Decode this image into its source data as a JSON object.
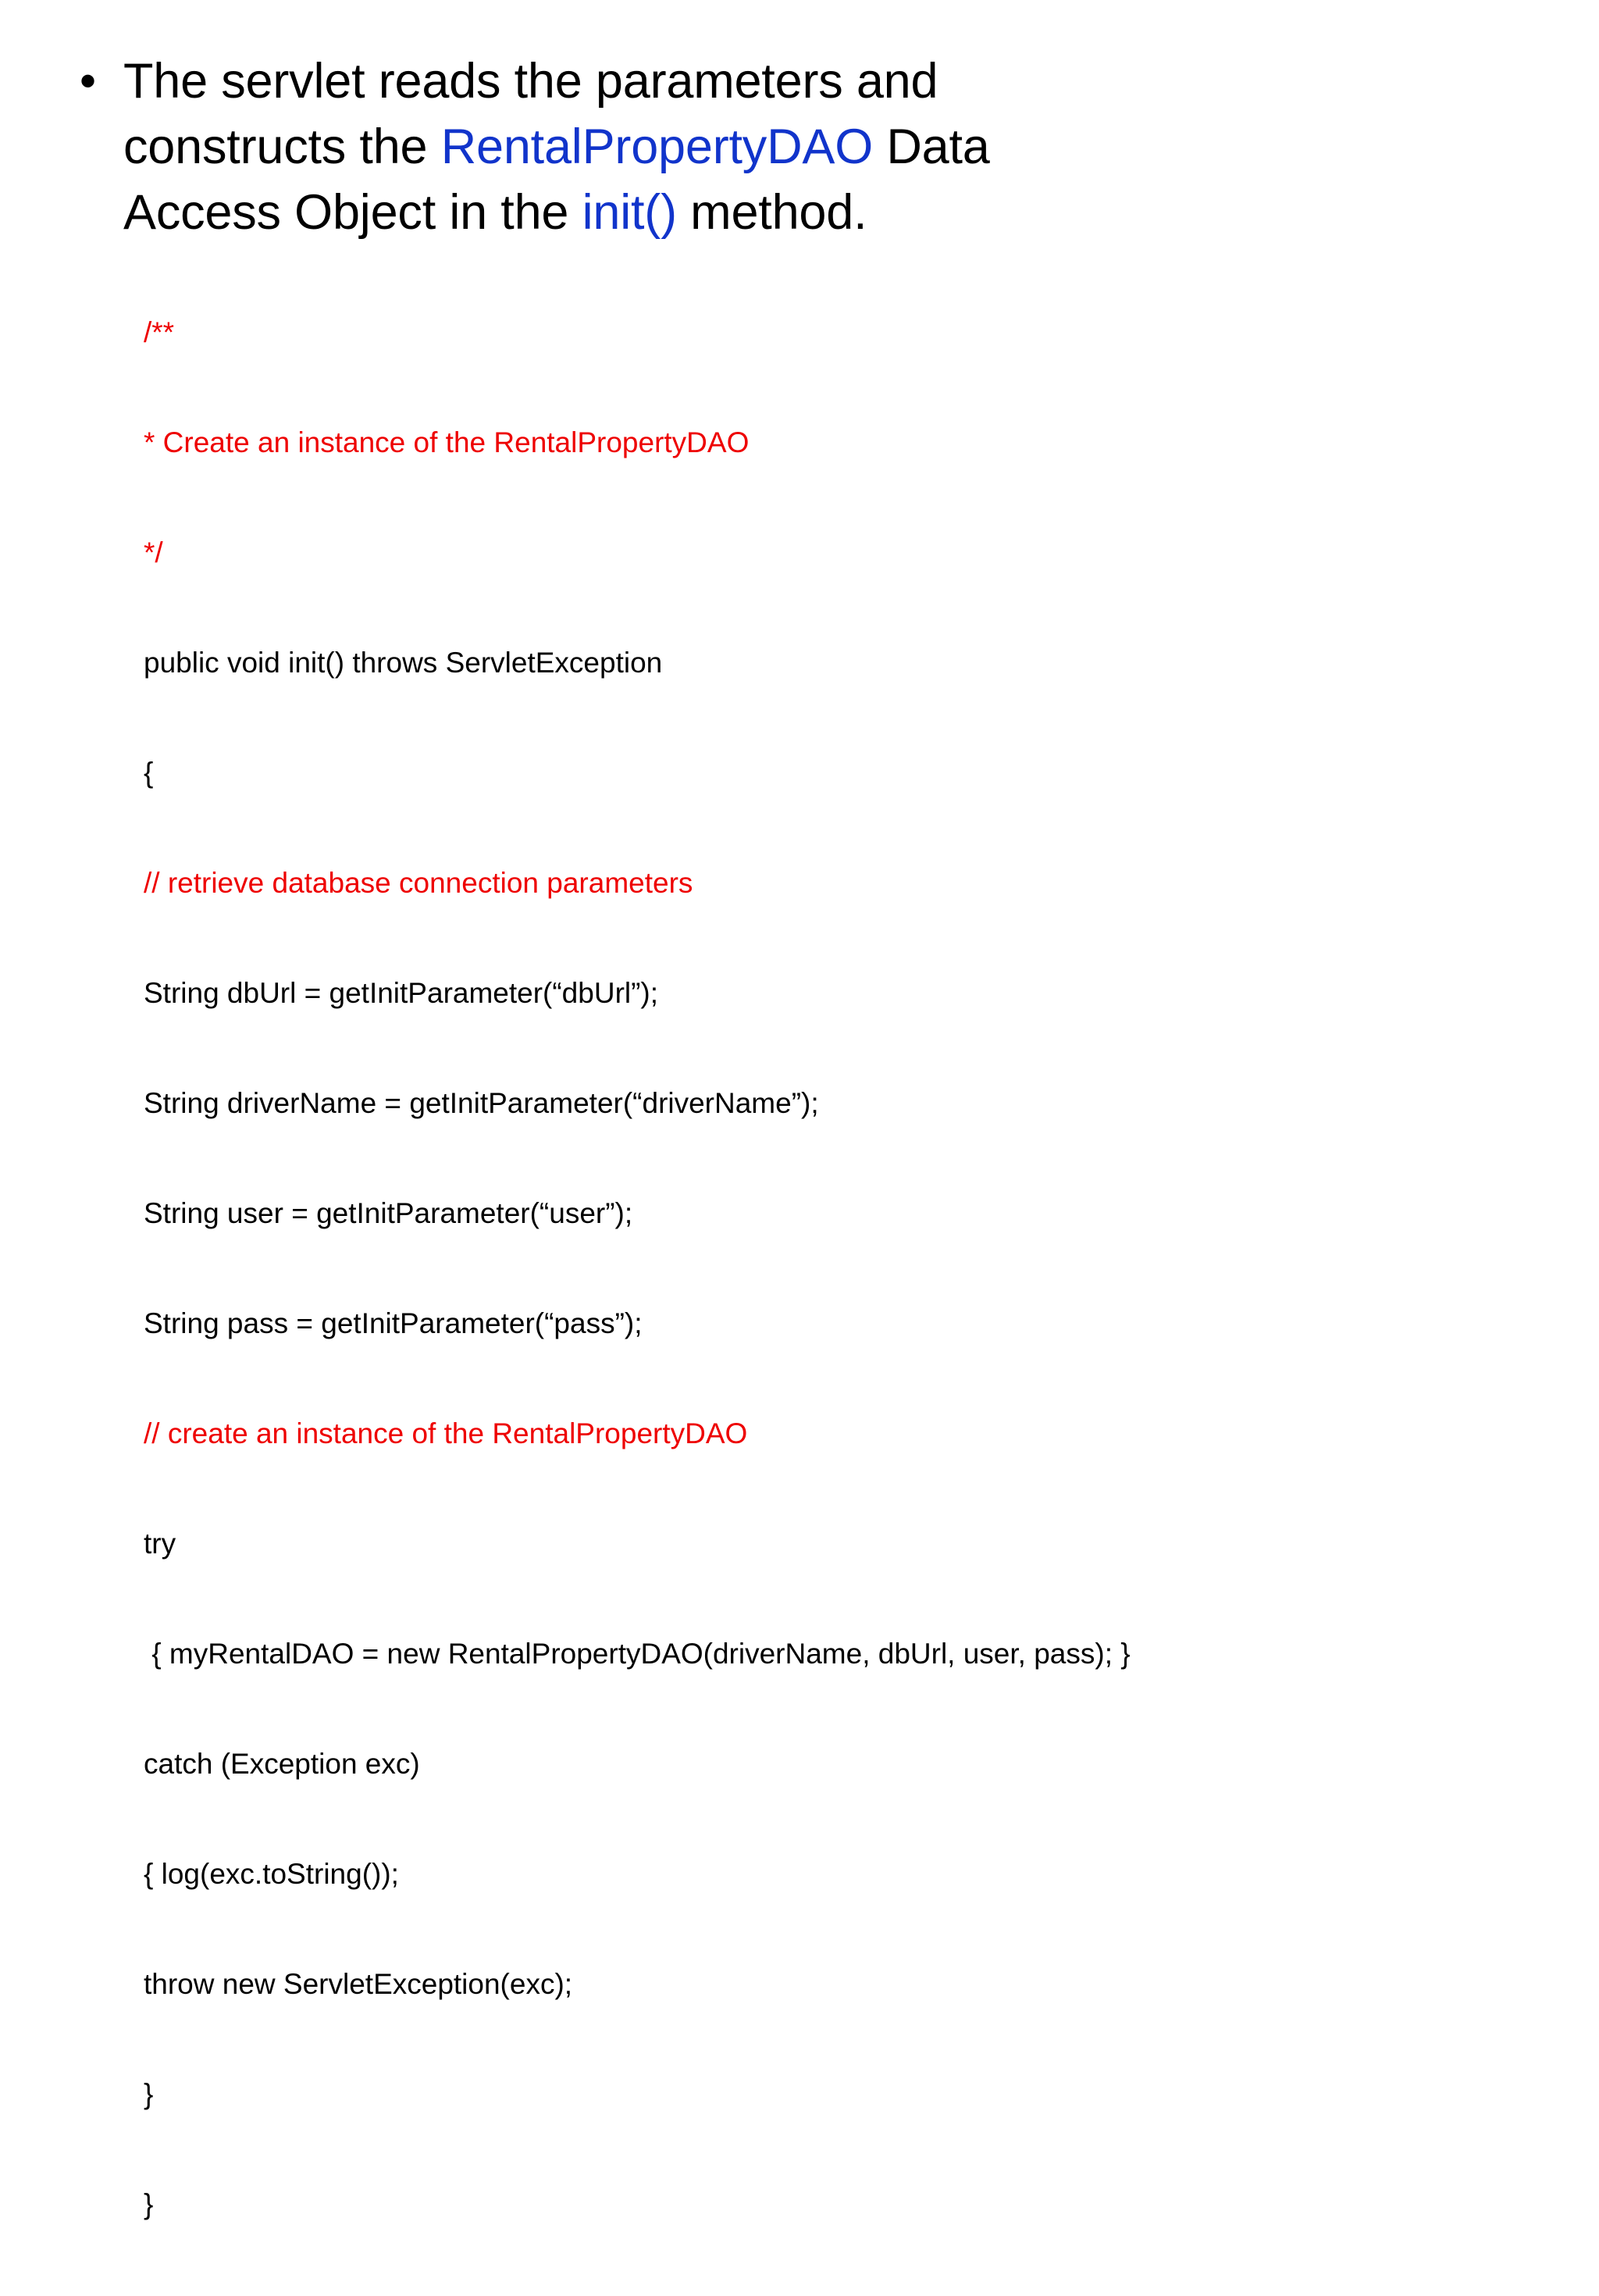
{
  "slide": {
    "background_color": "#FFFFFF",
    "accent_blue": "#1134CB",
    "comment_red": "#EE0000",
    "body_black": "#000000"
  },
  "bullet": {
    "marker": "•",
    "segments": [
      {
        "text": "The servlet reads the parameters and constructs the ",
        "style": "plain"
      },
      {
        "text": "RentalPropertyDAO",
        "style": "blue"
      },
      {
        "text": " Data Access Object in the ",
        "style": "plain"
      },
      {
        "text": "init()",
        "style": "blue"
      },
      {
        "text": " method.",
        "style": "plain"
      }
    ],
    "plain_text": "The servlet reads the parameters and constructs the RentalPropertyDAO Data Access Object in the init() method.",
    "part1": "The servlet reads the parameters and constructs the ",
    "highlight1": "RentalPropertyDAO",
    "part2": " Data Access Object in the ",
    "highlight2": "init()",
    "part3": " method."
  },
  "code": {
    "lines": [
      {
        "text": "/**",
        "kind": "comment"
      },
      {
        "text": "* Create an instance of the RentalPropertyDAO",
        "kind": "comment"
      },
      {
        "text": "*/",
        "kind": "comment"
      },
      {
        "text": "public void init() throws ServletException",
        "kind": "code"
      },
      {
        "text": "{",
        "kind": "code"
      },
      {
        "text": "// retrieve database connection parameters",
        "kind": "comment"
      },
      {
        "text": "String dbUrl = getInitParameter(“dbUrl”);",
        "kind": "code"
      },
      {
        "text": "String driverName = getInitParameter(“driverName”);",
        "kind": "code"
      },
      {
        "text": "String user = getInitParameter(“user”);",
        "kind": "code"
      },
      {
        "text": "String pass = getInitParameter(“pass”);",
        "kind": "code"
      },
      {
        "text": "// create an instance of the RentalPropertyDAO",
        "kind": "comment"
      },
      {
        "text": "try",
        "kind": "code"
      },
      {
        "text": " { myRentalDAO = new RentalPropertyDAO(driverName, dbUrl, user, pass); }",
        "kind": "code"
      },
      {
        "text": "catch (Exception exc)",
        "kind": "code"
      },
      {
        "text": "{ log(exc.toString());",
        "kind": "code"
      },
      {
        "text": "throw new ServletException(exc);",
        "kind": "code"
      },
      {
        "text": "}",
        "kind": "code"
      },
      {
        "text": "}",
        "kind": "code"
      }
    ]
  }
}
